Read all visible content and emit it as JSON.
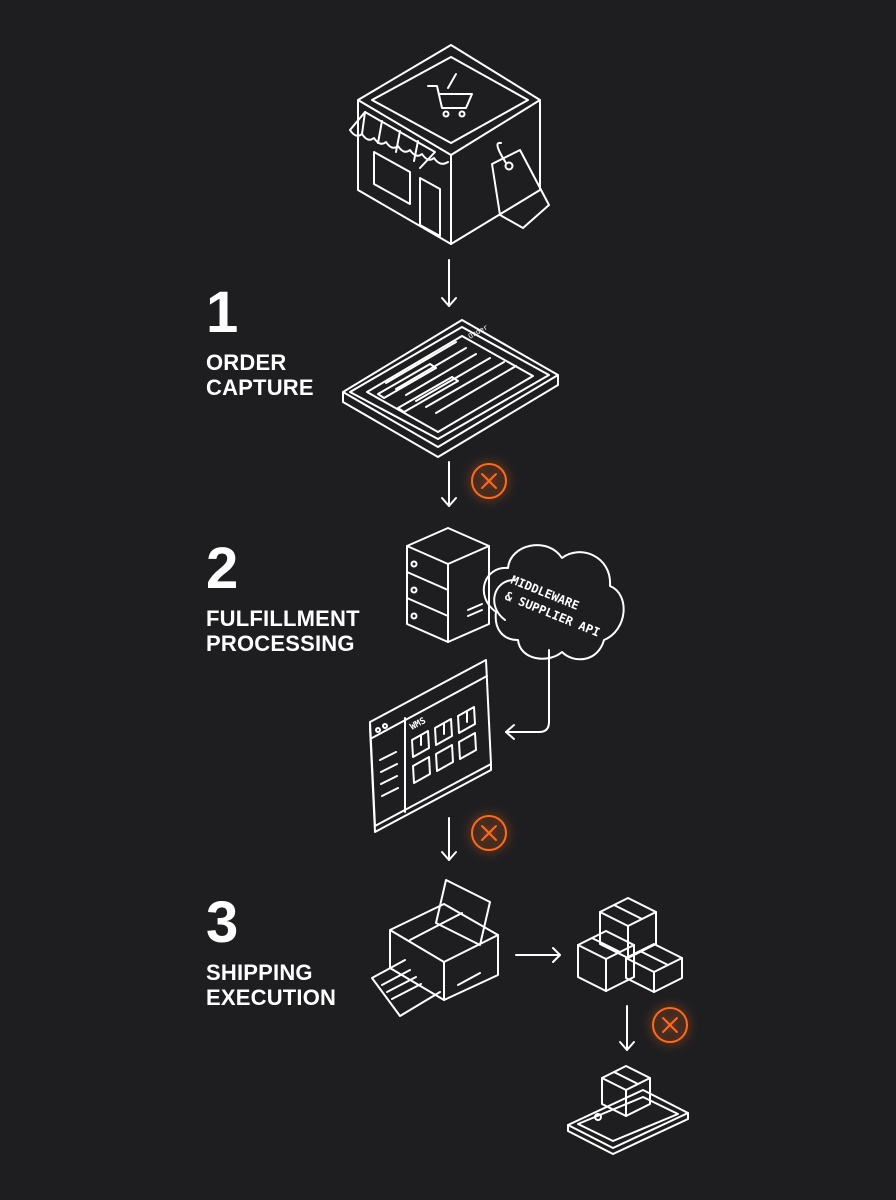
{
  "steps": [
    {
      "number": "1",
      "title_line1": "ORDER",
      "title_line2": "CAPTURE"
    },
    {
      "number": "2",
      "title_line1": "FULFILLMENT",
      "title_line2": "PROCESSING"
    },
    {
      "number": "3",
      "title_line1": "SHIPPING",
      "title_line2": "EXECUTION"
    }
  ],
  "labels": {
    "cloud_line1": "MIDDLEWARE",
    "cloud_line2": "& SUPPLIER API",
    "wms": "WMS",
    "order_doc": "Order"
  },
  "colors": {
    "background": "#1e1e21",
    "line": "#ffffff",
    "error": "#ff6a1f"
  },
  "icons": [
    "storefront-icon",
    "price-tag-icon",
    "order-document-icon",
    "server-icon",
    "cloud-icon",
    "wms-dashboard-icon",
    "label-printer-icon",
    "box-stack-icon",
    "mobile-delivery-icon",
    "error-x-icon"
  ]
}
